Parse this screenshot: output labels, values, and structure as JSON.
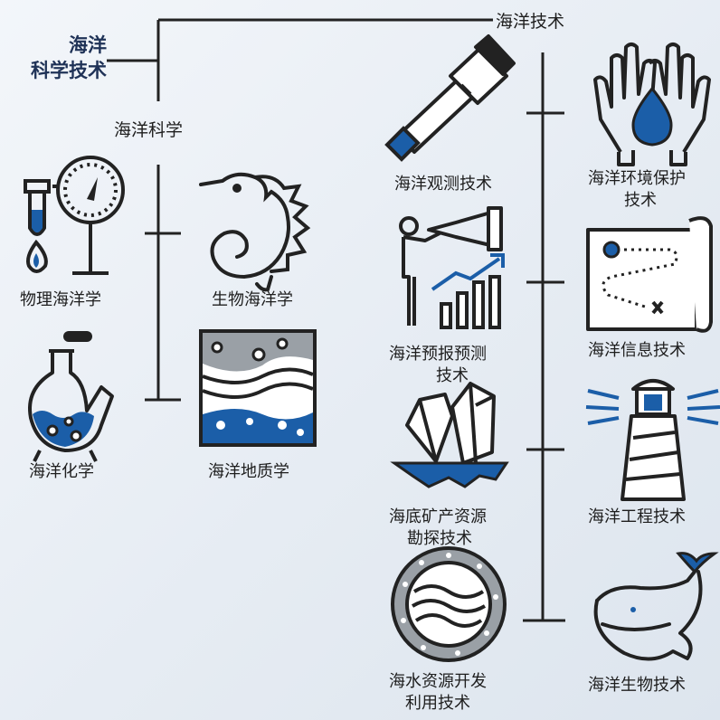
{
  "root": {
    "line1": "海洋",
    "line2": "科学技术"
  },
  "branches": {
    "technology": "海洋技术",
    "science": "海洋科学"
  },
  "science_items": [
    {
      "label": "物理海洋学",
      "icon": "physical-oceanography-icon"
    },
    {
      "label": "生物海洋学",
      "icon": "seahorse-icon"
    },
    {
      "label": "海洋化学",
      "icon": "chemistry-flask-icon"
    },
    {
      "label": "海洋地质学",
      "icon": "geology-layers-icon"
    }
  ],
  "tech_left": [
    {
      "lines": [
        "海洋观测技术"
      ],
      "icon": "telescope-icon"
    },
    {
      "lines": [
        "海洋预报预测",
        "技术"
      ],
      "icon": "forecast-icon"
    },
    {
      "lines": [
        "海底矿产资源",
        "勘探技术"
      ],
      "icon": "crystal-icon"
    },
    {
      "lines": [
        "海水资源开发",
        "利用技术"
      ],
      "icon": "porthole-water-icon"
    }
  ],
  "tech_right": [
    {
      "lines": [
        "海洋环境保护",
        "技术"
      ],
      "icon": "hands-drop-icon"
    },
    {
      "lines": [
        "海洋信息技术"
      ],
      "icon": "map-route-icon"
    },
    {
      "lines": [
        "海洋工程技术"
      ],
      "icon": "lighthouse-icon"
    },
    {
      "lines": [
        "海洋生物技术"
      ],
      "icon": "whale-icon"
    }
  ],
  "colors": {
    "accent_blue": "#1b5ea8",
    "line": "#222222",
    "title": "#1f3257"
  }
}
